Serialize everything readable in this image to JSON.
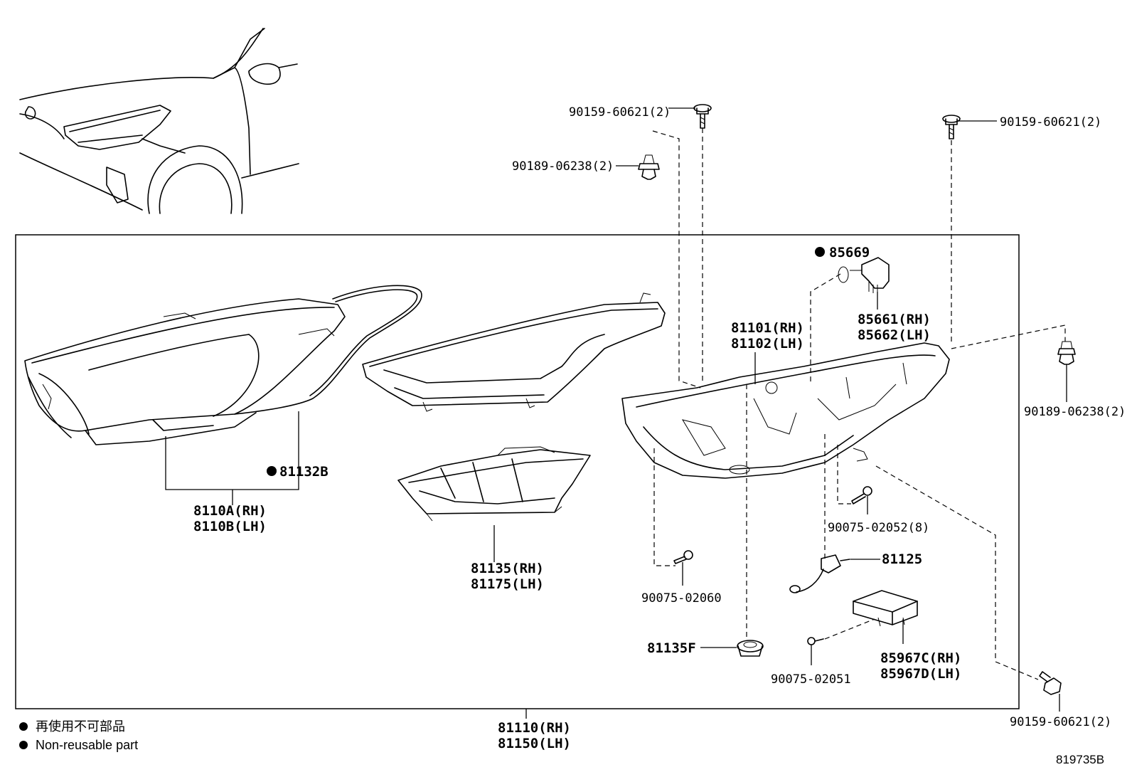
{
  "diagram_id": "819735B",
  "legend": {
    "japanese": "再使用不可部品",
    "english": "Non-reusable part"
  },
  "parts": {
    "bolt_top_center": "90159-60621(2)",
    "bolt_top_right": "90159-60621(2)",
    "clip_top_left": "90189-06238(2)",
    "clip_right": "90189-06238(2)",
    "bolt_bottom_right": "90159-60621(2)",
    "gasket": "85669",
    "actuator_rh": "85661(RH)",
    "actuator_lh": "85662(LH)",
    "housing_rh": "81101(RH)",
    "housing_lh": "81102(LH)",
    "seal": "81132B",
    "lens_rh": "8110A(RH)",
    "lens_lh": "8110B(LH)",
    "ext_rh": "81135(RH)",
    "ext_lh": "81175(LH)",
    "screw_a": "90075-02052(8)",
    "screw_b": "90075-02060",
    "socket": "81125",
    "cap": "81135F",
    "screw_c": "90075-02051",
    "computer_rh": "85967C(RH)",
    "computer_lh": "85967D(LH)",
    "assy_rh": "81110(RH)",
    "assy_lh": "81150(LH)"
  }
}
